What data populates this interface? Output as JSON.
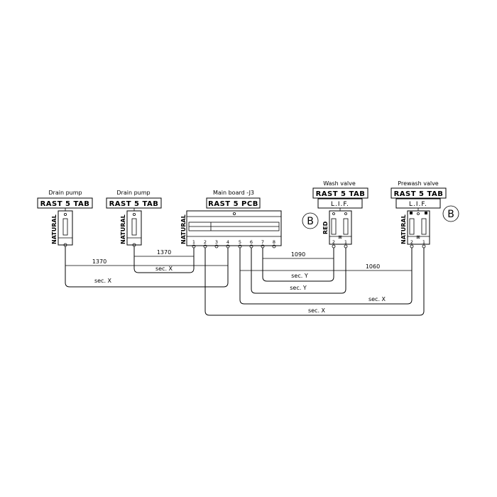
{
  "components": {
    "drain_pump_1": {
      "title": "Drain pump",
      "connector": "RAST 5 TAB",
      "color": "NATURAL"
    },
    "drain_pump_2": {
      "title": "Drain pump",
      "connector": "RAST 5 TAB",
      "color": "NATURAL"
    },
    "main_board": {
      "title": "Main board -J3",
      "connector": "RAST 5 PCB",
      "color": "NATURAL",
      "pins": [
        "1",
        "2",
        "3",
        "4",
        "5",
        "6",
        "7",
        "8"
      ]
    },
    "wash_valve": {
      "title": "Wash valve",
      "connector": "RAST 5 TAB",
      "sub_connector": "L.I.F.",
      "color": "RED",
      "pins": [
        "2",
        "1"
      ],
      "marker": "B"
    },
    "prewash_valve": {
      "title": "Prewash valve",
      "connector": "RAST 5 TAB",
      "sub_connector": "L.I.F.",
      "color": "NATURAL",
      "pins": [
        "2",
        "1"
      ],
      "marker": "B"
    }
  },
  "wires": {
    "dim_1370_a": "1370",
    "dim_1370_b": "1370",
    "dim_1090": "1090",
    "dim_1060": "1060",
    "sec_x_1": "sec. X",
    "sec_x_2": "sec. X",
    "sec_x_3": "sec. X",
    "sec_x_4": "sec. X",
    "sec_y_1": "sec. Y",
    "sec_y_2": "sec. Y"
  }
}
